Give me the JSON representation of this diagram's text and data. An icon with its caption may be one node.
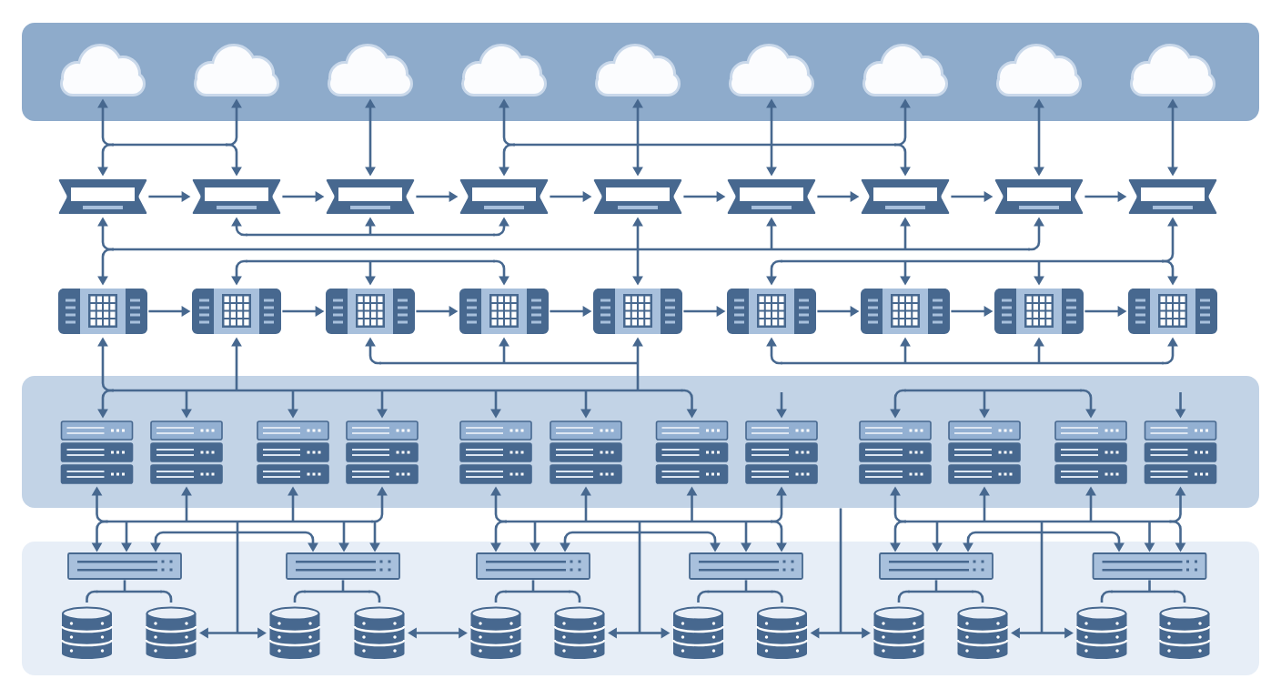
{
  "diagram": {
    "nodes": [
      {
        "text": [],
        "shape": "band"
      },
      {
        "text": [],
        "shape": "cloud",
        "in": 0
      },
      {
        "text": [],
        "shape": "cloud",
        "in": 0
      },
      {
        "text": [],
        "shape": "cloud",
        "in": 0
      },
      {
        "text": [],
        "shape": "cloud",
        "in": 0
      },
      {
        "text": [],
        "shape": "cloud",
        "in": 0
      },
      {
        "text": [],
        "shape": "cloud",
        "in": 0
      },
      {
        "text": [],
        "shape": "cloud",
        "in": 0
      },
      {
        "text": [],
        "shape": "cloud",
        "in": 0
      },
      {
        "text": [],
        "shape": "cloud",
        "in": 0
      },
      {
        "text": [],
        "shape": "picture"
      },
      {
        "text": [],
        "shape": "picture"
      },
      {
        "text": [],
        "shape": "picture"
      },
      {
        "text": [],
        "shape": "picture"
      },
      {
        "text": [],
        "shape": "picture"
      },
      {
        "text": [],
        "shape": "picture"
      },
      {
        "text": [],
        "shape": "picture"
      },
      {
        "text": [],
        "shape": "picture"
      },
      {
        "text": [],
        "shape": "picture"
      },
      {
        "text": [],
        "shape": "picture"
      },
      {
        "text": [],
        "shape": "picture"
      },
      {
        "text": [],
        "shape": "picture"
      },
      {
        "text": [],
        "shape": "picture"
      },
      {
        "text": [],
        "shape": "picture"
      },
      {
        "text": [],
        "shape": "picture"
      },
      {
        "text": [],
        "shape": "picture"
      },
      {
        "text": [],
        "shape": "picture"
      },
      {
        "text": [],
        "shape": "picture"
      },
      {
        "text": [],
        "shape": "band"
      },
      {
        "text": [],
        "shape": "picture",
        "in": 28
      },
      {
        "text": [],
        "shape": "picture",
        "in": 28
      },
      {
        "text": [],
        "shape": "picture",
        "in": 28
      },
      {
        "text": [],
        "shape": "picture",
        "in": 28
      },
      {
        "text": [],
        "shape": "picture",
        "in": 28
      },
      {
        "text": [],
        "shape": "picture",
        "in": 28
      },
      {
        "text": [],
        "shape": "picture",
        "in": 28
      },
      {
        "text": [],
        "shape": "picture",
        "in": 28
      },
      {
        "text": [],
        "shape": "picture",
        "in": 28
      },
      {
        "text": [],
        "shape": "picture",
        "in": 28
      },
      {
        "text": [],
        "shape": "picture",
        "in": 28
      },
      {
        "text": [],
        "shape": "picture",
        "in": 28
      },
      {
        "text": [],
        "shape": "band"
      },
      {
        "text": [],
        "shape": "picture",
        "in": 41
      },
      {
        "text": [],
        "shape": "picture",
        "in": 41
      },
      {
        "text": [],
        "shape": "picture",
        "in": 41
      },
      {
        "text": [],
        "shape": "picture",
        "in": 41
      },
      {
        "text": [],
        "shape": "picture",
        "in": 41
      },
      {
        "text": [],
        "shape": "picture",
        "in": 41
      },
      {
        "text": [],
        "shape": "cylinder",
        "in": 41
      },
      {
        "text": [],
        "shape": "cylinder",
        "in": 41
      },
      {
        "text": [],
        "shape": "cylinder",
        "in": 41
      },
      {
        "text": [],
        "shape": "cylinder",
        "in": 41
      },
      {
        "text": [],
        "shape": "cylinder",
        "in": 41
      },
      {
        "text": [],
        "shape": "cylinder",
        "in": 41
      },
      {
        "text": [],
        "shape": "cylinder",
        "in": 41
      },
      {
        "text": [],
        "shape": "cylinder",
        "in": 41
      },
      {
        "text": [],
        "shape": "cylinder",
        "in": 41
      },
      {
        "text": [],
        "shape": "cylinder",
        "in": 41
      },
      {
        "text": [],
        "shape": "cylinder",
        "in": 41
      },
      {
        "text": [],
        "shape": "cylinder",
        "in": 41
      }
    ],
    "edges": [
      {
        "from": 1,
        "to": 10,
        "arrow": "both"
      },
      {
        "from": 1,
        "to": 11,
        "arrow": "both"
      },
      {
        "from": 2,
        "to": 10,
        "arrow": "both"
      },
      {
        "from": 2,
        "to": 11,
        "arrow": "both"
      },
      {
        "from": 3,
        "to": 12,
        "arrow": "both"
      },
      {
        "from": 4,
        "to": 13,
        "arrow": "both"
      },
      {
        "from": 4,
        "to": 16,
        "arrow": "both"
      },
      {
        "from": 7,
        "to": 13,
        "arrow": "both"
      },
      {
        "from": 7,
        "to": 16,
        "arrow": "both"
      },
      {
        "from": 5,
        "to": 14,
        "arrow": "both"
      },
      {
        "from": 6,
        "to": 15,
        "arrow": "both"
      },
      {
        "from": 8,
        "to": 17,
        "arrow": "both"
      },
      {
        "from": 9,
        "to": 18,
        "arrow": "both"
      },
      {
        "from": 10,
        "to": 11,
        "arrow": "to"
      },
      {
        "from": 11,
        "to": 12,
        "arrow": "to"
      },
      {
        "from": 12,
        "to": 13,
        "arrow": "to"
      },
      {
        "from": 13,
        "to": 14,
        "arrow": "to"
      },
      {
        "from": 14,
        "to": 15,
        "arrow": "to"
      },
      {
        "from": 15,
        "to": 16,
        "arrow": "to"
      },
      {
        "from": 16,
        "to": 17,
        "arrow": "to"
      },
      {
        "from": 17,
        "to": 18,
        "arrow": "to"
      },
      {
        "from": 13,
        "to": 11,
        "arrow": "both"
      },
      {
        "from": 13,
        "to": 12,
        "arrow": "both"
      },
      {
        "from": 10,
        "to": 19,
        "arrow": "both"
      },
      {
        "from": 10,
        "to": 14,
        "arrow": "both"
      },
      {
        "from": 10,
        "to": 23,
        "arrow": "both"
      },
      {
        "from": 10,
        "to": 15,
        "arrow": "both"
      },
      {
        "from": 10,
        "to": 16,
        "arrow": "both"
      },
      {
        "from": 10,
        "to": 17,
        "arrow": "both"
      },
      {
        "from": 22,
        "to": 20,
        "arrow": "both"
      },
      {
        "from": 22,
        "to": 21,
        "arrow": "both"
      },
      {
        "from": 18,
        "to": 24,
        "arrow": "both"
      },
      {
        "from": 18,
        "to": 25,
        "arrow": "both"
      },
      {
        "from": 18,
        "to": 26,
        "arrow": "both"
      },
      {
        "from": 18,
        "to": 27,
        "arrow": "both"
      },
      {
        "from": 19,
        "to": 20,
        "arrow": "to"
      },
      {
        "from": 20,
        "to": 21,
        "arrow": "to"
      },
      {
        "from": 21,
        "to": 22,
        "arrow": "to"
      },
      {
        "from": 22,
        "to": 23,
        "arrow": "to"
      },
      {
        "from": 23,
        "to": 24,
        "arrow": "to"
      },
      {
        "from": 24,
        "to": 25,
        "arrow": "to"
      },
      {
        "from": 25,
        "to": 26,
        "arrow": "to"
      },
      {
        "from": 26,
        "to": 27,
        "arrow": "to"
      },
      {
        "from": 23,
        "to": 19,
        "arrow": "both"
      },
      {
        "from": 23,
        "to": 20,
        "arrow": "both"
      },
      {
        "from": 23,
        "to": 21,
        "arrow": "both"
      },
      {
        "from": 23,
        "to": 22,
        "arrow": "both"
      },
      {
        "from": 23,
        "to": 29,
        "arrow": "both"
      },
      {
        "from": 23,
        "to": 30,
        "arrow": "both"
      },
      {
        "from": 23,
        "to": 31,
        "arrow": "both"
      },
      {
        "from": 23,
        "to": 32,
        "arrow": "both"
      },
      {
        "from": 23,
        "to": 33,
        "arrow": "both"
      },
      {
        "from": 23,
        "to": 34,
        "arrow": "both"
      },
      {
        "from": 23,
        "to": 35,
        "arrow": "both"
      },
      {
        "from": 27,
        "to": 24,
        "arrow": "both"
      },
      {
        "from": 27,
        "to": 25,
        "arrow": "both"
      },
      {
        "from": 27,
        "to": 26,
        "arrow": "both"
      },
      {
        "from": null,
        "to": 36,
        "arrow": "to"
      },
      {
        "from": null,
        "to": 40,
        "arrow": "to"
      },
      {
        "from": 38,
        "to": 37,
        "arrow": "both"
      },
      {
        "from": 38,
        "to": 39,
        "arrow": "both"
      },
      {
        "from": 29,
        "to": 42,
        "arrow": "both"
      },
      {
        "from": 29,
        "to": 43,
        "arrow": "both"
      },
      {
        "from": 29,
        "to": 49,
        "arrow": "both"
      },
      {
        "from": 29,
        "to": 50,
        "arrow": "both"
      },
      {
        "from": 30,
        "to": 42,
        "arrow": "both"
      },
      {
        "from": 30,
        "to": 43,
        "arrow": "both"
      },
      {
        "from": 30,
        "to": 49,
        "arrow": "both"
      },
      {
        "from": 30,
        "to": 50,
        "arrow": "both"
      },
      {
        "from": 31,
        "to": 42,
        "arrow": "both"
      },
      {
        "from": 31,
        "to": 43,
        "arrow": "both"
      },
      {
        "from": 31,
        "to": 49,
        "arrow": "both"
      },
      {
        "from": 31,
        "to": 50,
        "arrow": "both"
      },
      {
        "from": 32,
        "to": 42,
        "arrow": "both"
      },
      {
        "from": 32,
        "to": 43,
        "arrow": "both"
      },
      {
        "from": 32,
        "to": 49,
        "arrow": "both"
      },
      {
        "from": 32,
        "to": 50,
        "arrow": "both"
      },
      {
        "from": 49,
        "to": 50,
        "arrow": "both"
      },
      {
        "from": 42,
        "to": 43,
        "arrow": "both"
      },
      {
        "from": 42,
        "to": 48,
        "arrow": "none"
      },
      {
        "from": 42,
        "to": 49,
        "arrow": "none"
      },
      {
        "from": 43,
        "to": 50,
        "arrow": "none"
      },
      {
        "from": 43,
        "to": 51,
        "arrow": "none"
      },
      {
        "from": 51,
        "to": 52,
        "arrow": "both"
      },
      {
        "from": 33,
        "to": 44,
        "arrow": "both"
      },
      {
        "from": 33,
        "to": 45,
        "arrow": "both"
      },
      {
        "from": 33,
        "to": 53,
        "arrow": "both"
      },
      {
        "from": 33,
        "to": 54,
        "arrow": "both"
      },
      {
        "from": 34,
        "to": 44,
        "arrow": "both"
      },
      {
        "from": 34,
        "to": 45,
        "arrow": "both"
      },
      {
        "from": 34,
        "to": 53,
        "arrow": "both"
      },
      {
        "from": 34,
        "to": 54,
        "arrow": "both"
      },
      {
        "from": 35,
        "to": 44,
        "arrow": "both"
      },
      {
        "from": 35,
        "to": 45,
        "arrow": "both"
      },
      {
        "from": 35,
        "to": 53,
        "arrow": "both"
      },
      {
        "from": 35,
        "to": 54,
        "arrow": "both"
      },
      {
        "from": 36,
        "to": 44,
        "arrow": "both"
      },
      {
        "from": 36,
        "to": 45,
        "arrow": "both"
      },
      {
        "from": 36,
        "to": 53,
        "arrow": "both"
      },
      {
        "from": 36,
        "to": 54,
        "arrow": "both"
      },
      {
        "from": 53,
        "to": 54,
        "arrow": "both"
      },
      {
        "from": 44,
        "to": 45,
        "arrow": "both"
      },
      {
        "from": 44,
        "to": 52,
        "arrow": "none"
      },
      {
        "from": 44,
        "to": 53,
        "arrow": "none"
      },
      {
        "from": 45,
        "to": 54,
        "arrow": "none"
      },
      {
        "from": 45,
        "to": 55,
        "arrow": "none"
      },
      {
        "from": 28,
        "to": 55,
        "arrow": "to"
      },
      {
        "from": 28,
        "to": 56,
        "arrow": "to"
      },
      {
        "from": 55,
        "to": 56,
        "arrow": "both"
      },
      {
        "from": 37,
        "to": 46,
        "arrow": "both"
      },
      {
        "from": 37,
        "to": 47,
        "arrow": "both"
      },
      {
        "from": 37,
        "to": 57,
        "arrow": "both"
      },
      {
        "from": 37,
        "to": 58,
        "arrow": "both"
      },
      {
        "from": 38,
        "to": 46,
        "arrow": "both"
      },
      {
        "from": 38,
        "to": 47,
        "arrow": "both"
      },
      {
        "from": 38,
        "to": 57,
        "arrow": "both"
      },
      {
        "from": 38,
        "to": 58,
        "arrow": "both"
      },
      {
        "from": 39,
        "to": 46,
        "arrow": "both"
      },
      {
        "from": 39,
        "to": 47,
        "arrow": "both"
      },
      {
        "from": 39,
        "to": 57,
        "arrow": "both"
      },
      {
        "from": 39,
        "to": 58,
        "arrow": "both"
      },
      {
        "from": 40,
        "to": 46,
        "arrow": "both"
      },
      {
        "from": 40,
        "to": 47,
        "arrow": "both"
      },
      {
        "from": 40,
        "to": 57,
        "arrow": "both"
      },
      {
        "from": 40,
        "to": 58,
        "arrow": "both"
      },
      {
        "from": 57,
        "to": 58,
        "arrow": "both"
      },
      {
        "from": 46,
        "to": 47,
        "arrow": "both"
      },
      {
        "from": 46,
        "to": 56,
        "arrow": "none"
      },
      {
        "from": 46,
        "to": 57,
        "arrow": "none"
      },
      {
        "from": 47,
        "to": 58,
        "arrow": "none"
      },
      {
        "from": 47,
        "to": 59,
        "arrow": "none"
      }
    ]
  }
}
